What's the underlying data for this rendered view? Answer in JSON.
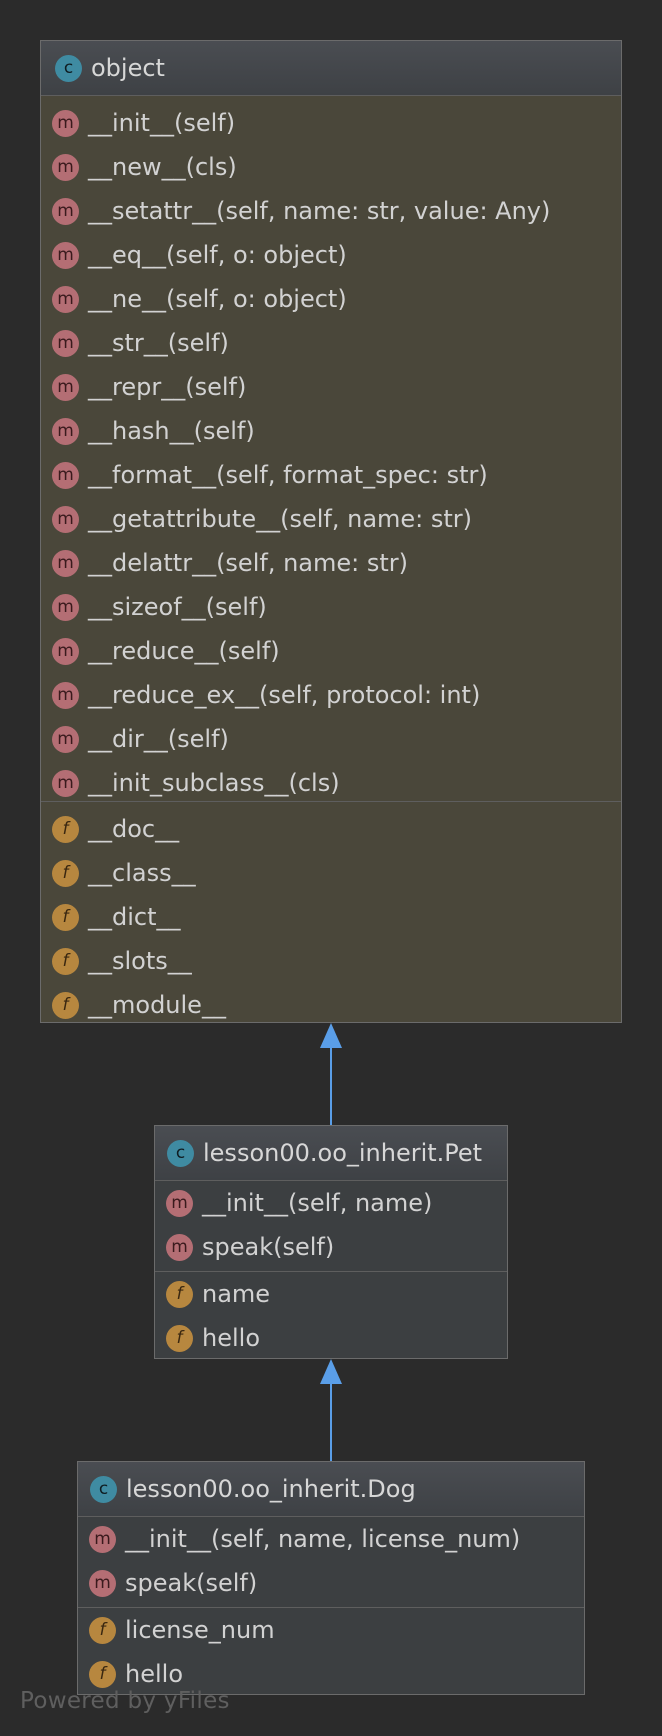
{
  "classes": {
    "object": {
      "name": "object",
      "icon": "class-icon",
      "methods": [
        "__init__(self)",
        "__new__(cls)",
        "__setattr__(self, name: str, value: Any)",
        "__eq__(self, o: object)",
        "__ne__(self, o: object)",
        "__str__(self)",
        "__repr__(self)",
        "__hash__(self)",
        "__format__(self, format_spec: str)",
        "__getattribute__(self, name: str)",
        "__delattr__(self, name: str)",
        "__sizeof__(self)",
        "__reduce__(self)",
        "__reduce_ex__(self, protocol: int)",
        "__dir__(self)",
        "__init_subclass__(cls)"
      ],
      "fields": [
        "__doc__",
        "__class__",
        "__dict__",
        "__slots__",
        "__module__"
      ]
    },
    "pet": {
      "name": "lesson00.oo_inherit.Pet",
      "icon": "class-icon",
      "methods": [
        "__init__(self, name)",
        "speak(self)"
      ],
      "fields": [
        "name",
        "hello"
      ]
    },
    "dog": {
      "name": "lesson00.oo_inherit.Dog",
      "icon": "class-icon",
      "methods": [
        "__init__(self, name, license_num)",
        "speak(self)"
      ],
      "fields": [
        "license_num",
        "hello"
      ]
    }
  },
  "icons": {
    "class": "c",
    "method": "m",
    "field": "f"
  },
  "edges": [
    {
      "from": "lesson00.oo_inherit.Pet",
      "to": "object",
      "type": "inheritance"
    },
    {
      "from": "lesson00.oo_inherit.Dog",
      "to": "lesson00.oo_inherit.Pet",
      "type": "inheritance"
    }
  ],
  "colors": {
    "background": "#2b2b2b",
    "edge": "#5a9ee8",
    "class_icon": "#3f8ba2",
    "method_icon": "#b46e74",
    "field_icon": "#b7873f",
    "object_body": "#4a473a",
    "derived_body": "#3c3f41"
  },
  "watermark": "Powered by yFiles"
}
